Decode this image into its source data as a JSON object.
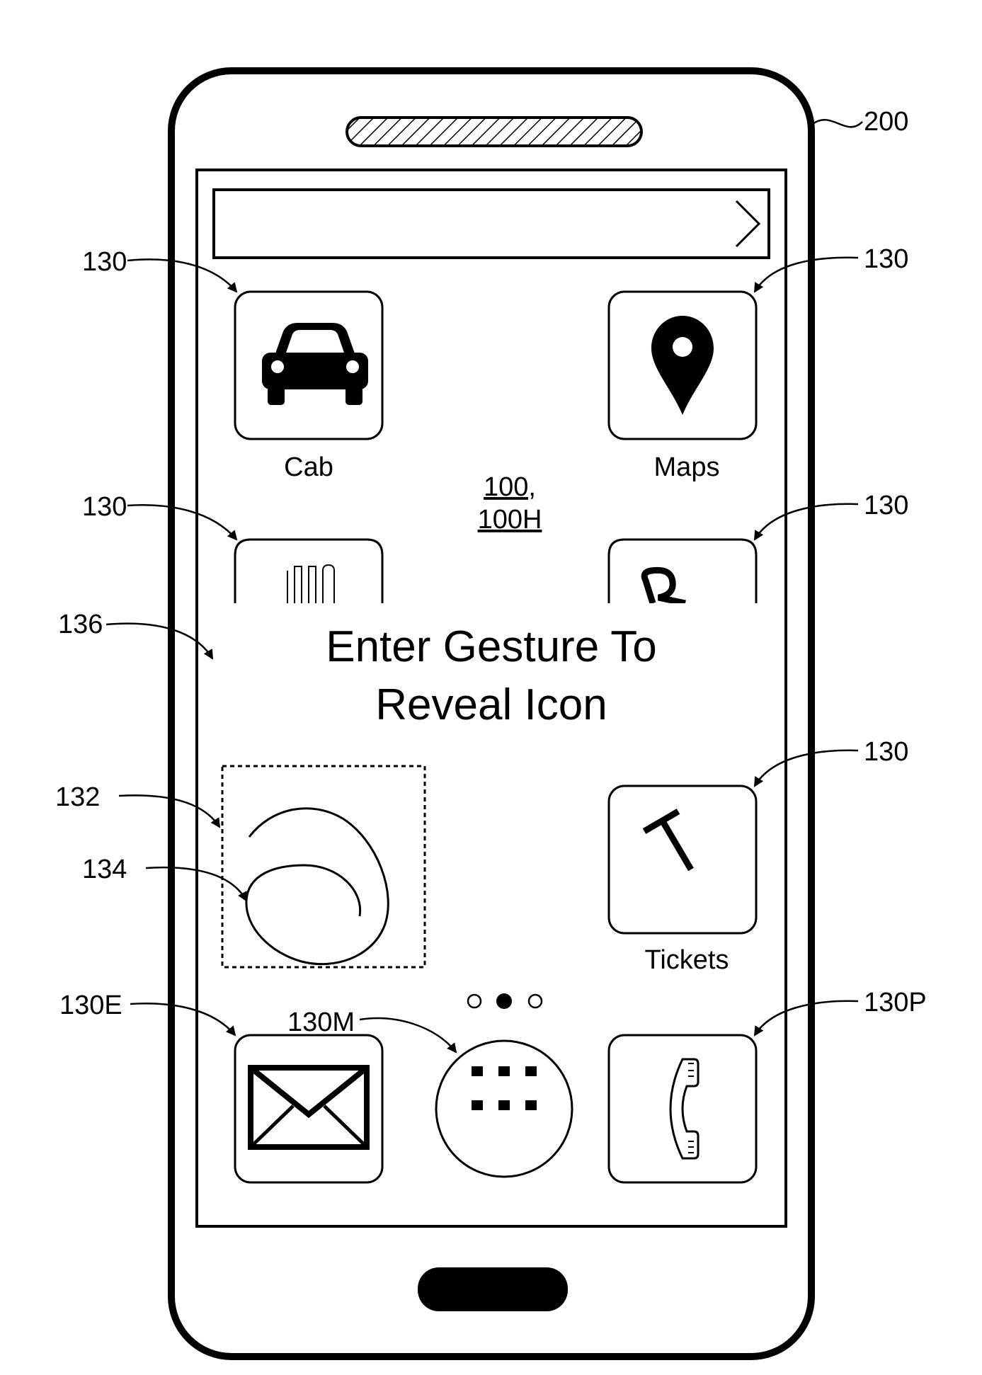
{
  "device": {
    "reference": "200",
    "screen_reference": [
      "100,",
      "100H"
    ]
  },
  "search_bar": {
    "icon": "chevron-right-icon"
  },
  "apps": {
    "cab": {
      "label": "Cab",
      "reference": "130",
      "icon": "car-icon"
    },
    "maps": {
      "label": "Maps",
      "reference": "130",
      "icon": "map-pin-icon"
    },
    "partial_left": {
      "reference": "130"
    },
    "partial_right": {
      "reference": "130"
    },
    "tickets": {
      "label": "Tickets",
      "reference": "130",
      "icon": "ticket-t-icon"
    },
    "email": {
      "reference": "130E",
      "icon": "envelope-icon"
    },
    "menu": {
      "reference": "130M",
      "icon": "app-grid-icon"
    },
    "phone": {
      "reference": "130P",
      "icon": "phone-handset-icon"
    }
  },
  "gesture_prompt": {
    "line1": "Enter Gesture To",
    "line2": "Reveal Icon",
    "reference": "136"
  },
  "gesture_area": {
    "box_reference": "132",
    "stroke_reference": "134"
  },
  "page_indicator": {
    "count": 3,
    "active_index": 1
  }
}
